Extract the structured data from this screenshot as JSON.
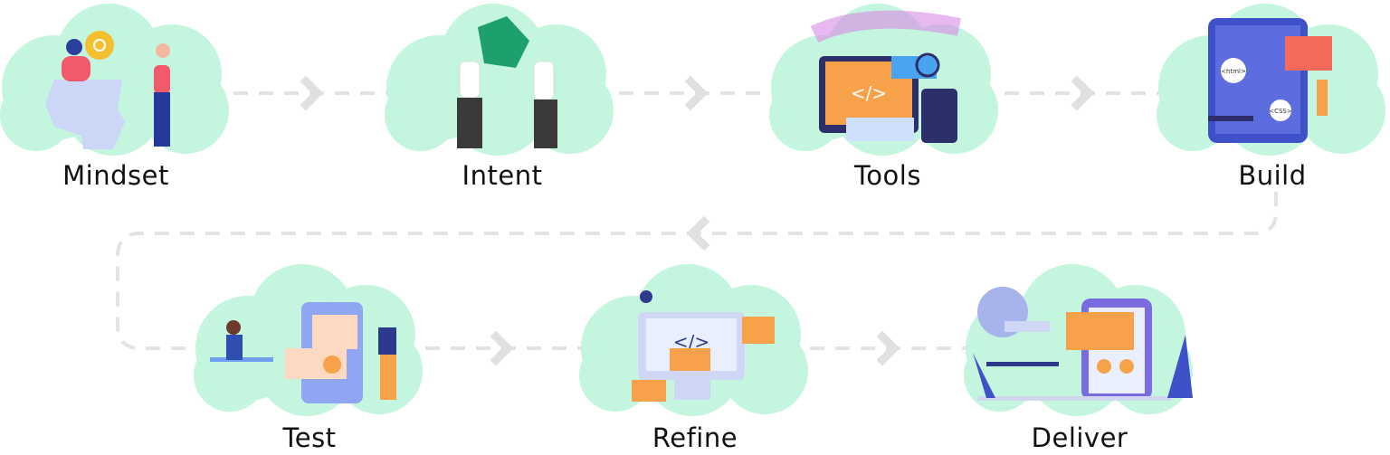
{
  "title": "Process flow",
  "steps": [
    {
      "label": "Mindset",
      "icon": "lightbulb-head-icon"
    },
    {
      "label": "Intent",
      "icon": "leaf-handshake-icon"
    },
    {
      "label": "Tools",
      "icon": "devices-tools-icon"
    },
    {
      "label": "Build",
      "icon": "code-build-icon"
    },
    {
      "label": "Test",
      "icon": "phone-checklist-icon"
    },
    {
      "label": "Refine",
      "icon": "monitor-code-icon"
    },
    {
      "label": "Deliver",
      "icon": "phone-delivery-icon"
    }
  ],
  "colors": {
    "cloud": "#c3f5df",
    "connector": "#e3e3e3",
    "text": "#111111",
    "accent_orange": "#f7a24a",
    "accent_blue": "#3f51c8",
    "accent_red": "#f25a6b"
  },
  "illustration_text": {
    "html": "<html>",
    "css": "<CSS>",
    "code": "</>"
  }
}
